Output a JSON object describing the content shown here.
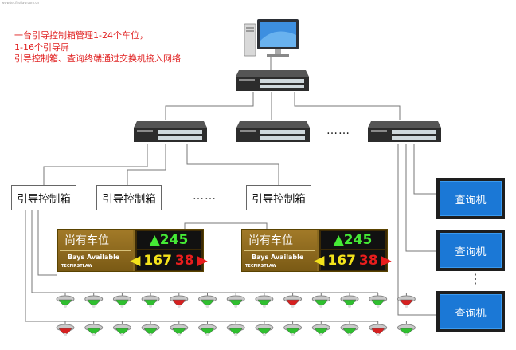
{
  "tiny_url": "www.tecfirstlaw.com.cn",
  "note": {
    "line1": "一台引导控制箱管理1-24个车位，",
    "line2": "1-16个引导屏",
    "line3": "引导控制箱、查询终端通过交换机接入网络"
  },
  "ellipsis": "……",
  "ellipsis_vertical": "⋮",
  "controllers": [
    "引导控制箱",
    "引导控制箱",
    "引导控制箱"
  ],
  "terminals": [
    "查询机",
    "查询机",
    "查询机"
  ],
  "signs": [
    {
      "title": "尚有车位",
      "subtitle": "Bays Available",
      "brand": "TECFIRSTLAW",
      "available": "245",
      "left": "167",
      "right": "38"
    },
    {
      "title": "尚有车位",
      "subtitle": "Bays Available",
      "brand": "TECFIRSTLAW",
      "available": "245",
      "left": "167",
      "right": "38"
    }
  ],
  "sensor_rows": [
    [
      "green",
      "green",
      "green",
      "green",
      "red",
      "green",
      "green",
      "green",
      "red",
      "green",
      "green",
      "green",
      "red"
    ],
    [
      "red",
      "green",
      "green",
      "green",
      "green",
      "green",
      "green",
      "green",
      "green",
      "green",
      "green",
      "red",
      "green"
    ]
  ],
  "colors": {
    "line": "#777777",
    "note": "#e02020",
    "terminal": "#1b78d6",
    "sensor_green": "#2fbf2f",
    "sensor_red": "#d62020"
  }
}
